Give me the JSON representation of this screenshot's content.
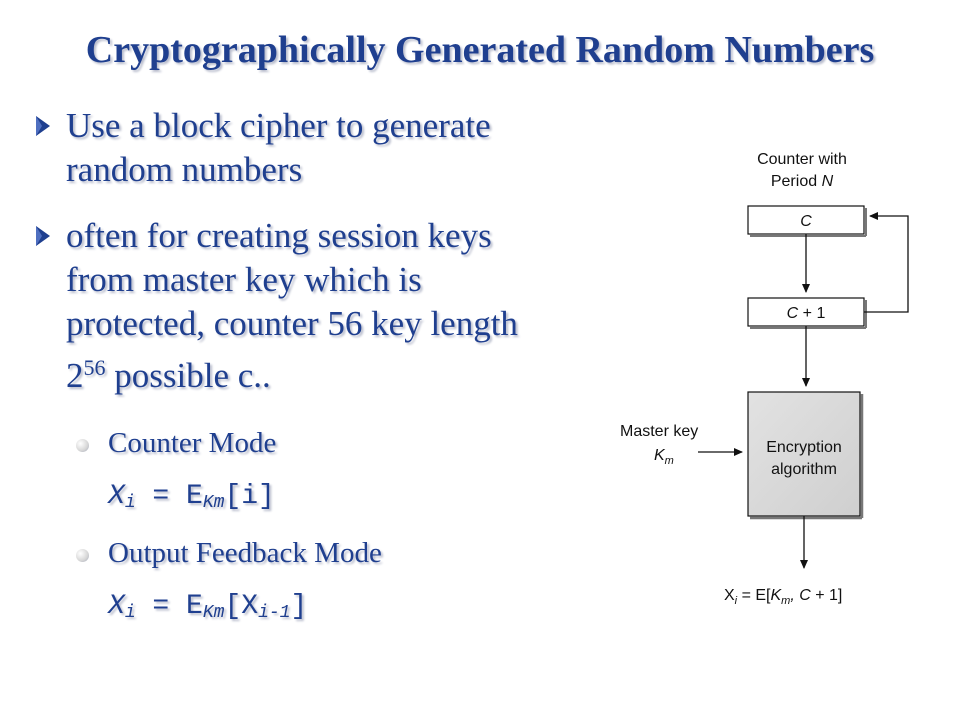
{
  "slide": {
    "title": "Cryptographically Generated Random Numbers",
    "bullets": [
      {
        "lines": [
          "Use a block cipher to generate",
          "random numbers"
        ]
      },
      {
        "lines": [
          "often for creating session keys",
          "from master key which is",
          "protected, counter 56 key length"
        ],
        "last_base": "2",
        "last_exp": "56",
        "last_rest": " possible c.."
      }
    ],
    "subitems": [
      {
        "label": "Counter Mode",
        "formula": {
          "x": "X",
          "x_sub": "i",
          "eq": " = E",
          "e_sub": "Km",
          "arg": "[i]"
        }
      },
      {
        "label": "Output Feedback Mode",
        "formula": {
          "x": "X",
          "x_sub": "i",
          "eq": " = E",
          "e_sub": "Km",
          "arg_open": "[X",
          "arg_sub": "i-1",
          "arg_close": "]"
        }
      }
    ]
  },
  "diagram": {
    "counter_label_line1": "Counter with",
    "counter_label_line2": "Period ",
    "counter_label_var": "N",
    "box_c": "C",
    "box_c1": "C",
    "box_c1_rest": " + 1",
    "master_line1": "Master key",
    "master_var": "K",
    "master_sub": "m",
    "enc_line1": "Encryption",
    "enc_line2": "algorithm",
    "output_x": "X",
    "output_sub": "i",
    "output_mid": " = E[",
    "output_k": "K",
    "output_k_sub": "m",
    "output_c": ", C",
    "output_end": " + 1]"
  },
  "colors": {
    "text": "#1f3f8f",
    "shadow": "#b8bccc",
    "box_fill": "#d9d9d9"
  }
}
